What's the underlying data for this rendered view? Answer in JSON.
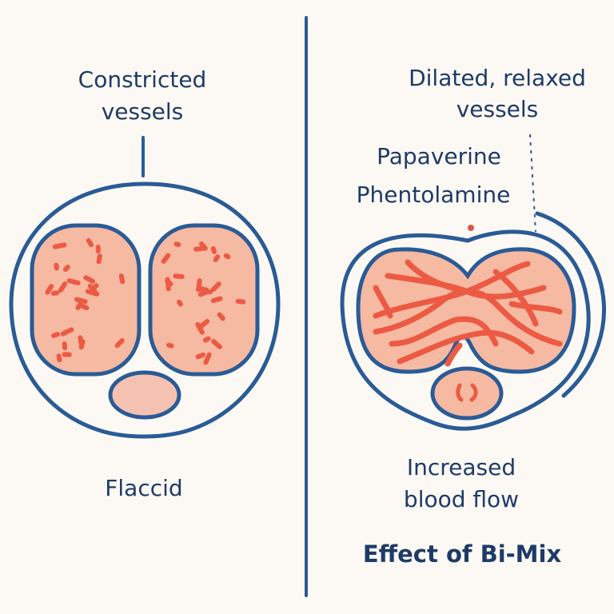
{
  "left_panel": {
    "top_label": [
      "Constricted",
      "vessels"
    ],
    "bottom_label": "Flaccid"
  },
  "right_panel": {
    "top_label": [
      "Dilated, relaxed",
      "vessels"
    ],
    "drugs": [
      "Papaverine",
      "Phentolamine"
    ],
    "bottom_label": [
      "Increased",
      "blood flow"
    ],
    "title": "Effect of Bi-Mix"
  },
  "colors": {
    "outline": "#2a5b96",
    "tissue": "#f6b9a2",
    "vessel": "#ec5a44",
    "text": "#1e3b68",
    "background": "#fcf9f4"
  }
}
